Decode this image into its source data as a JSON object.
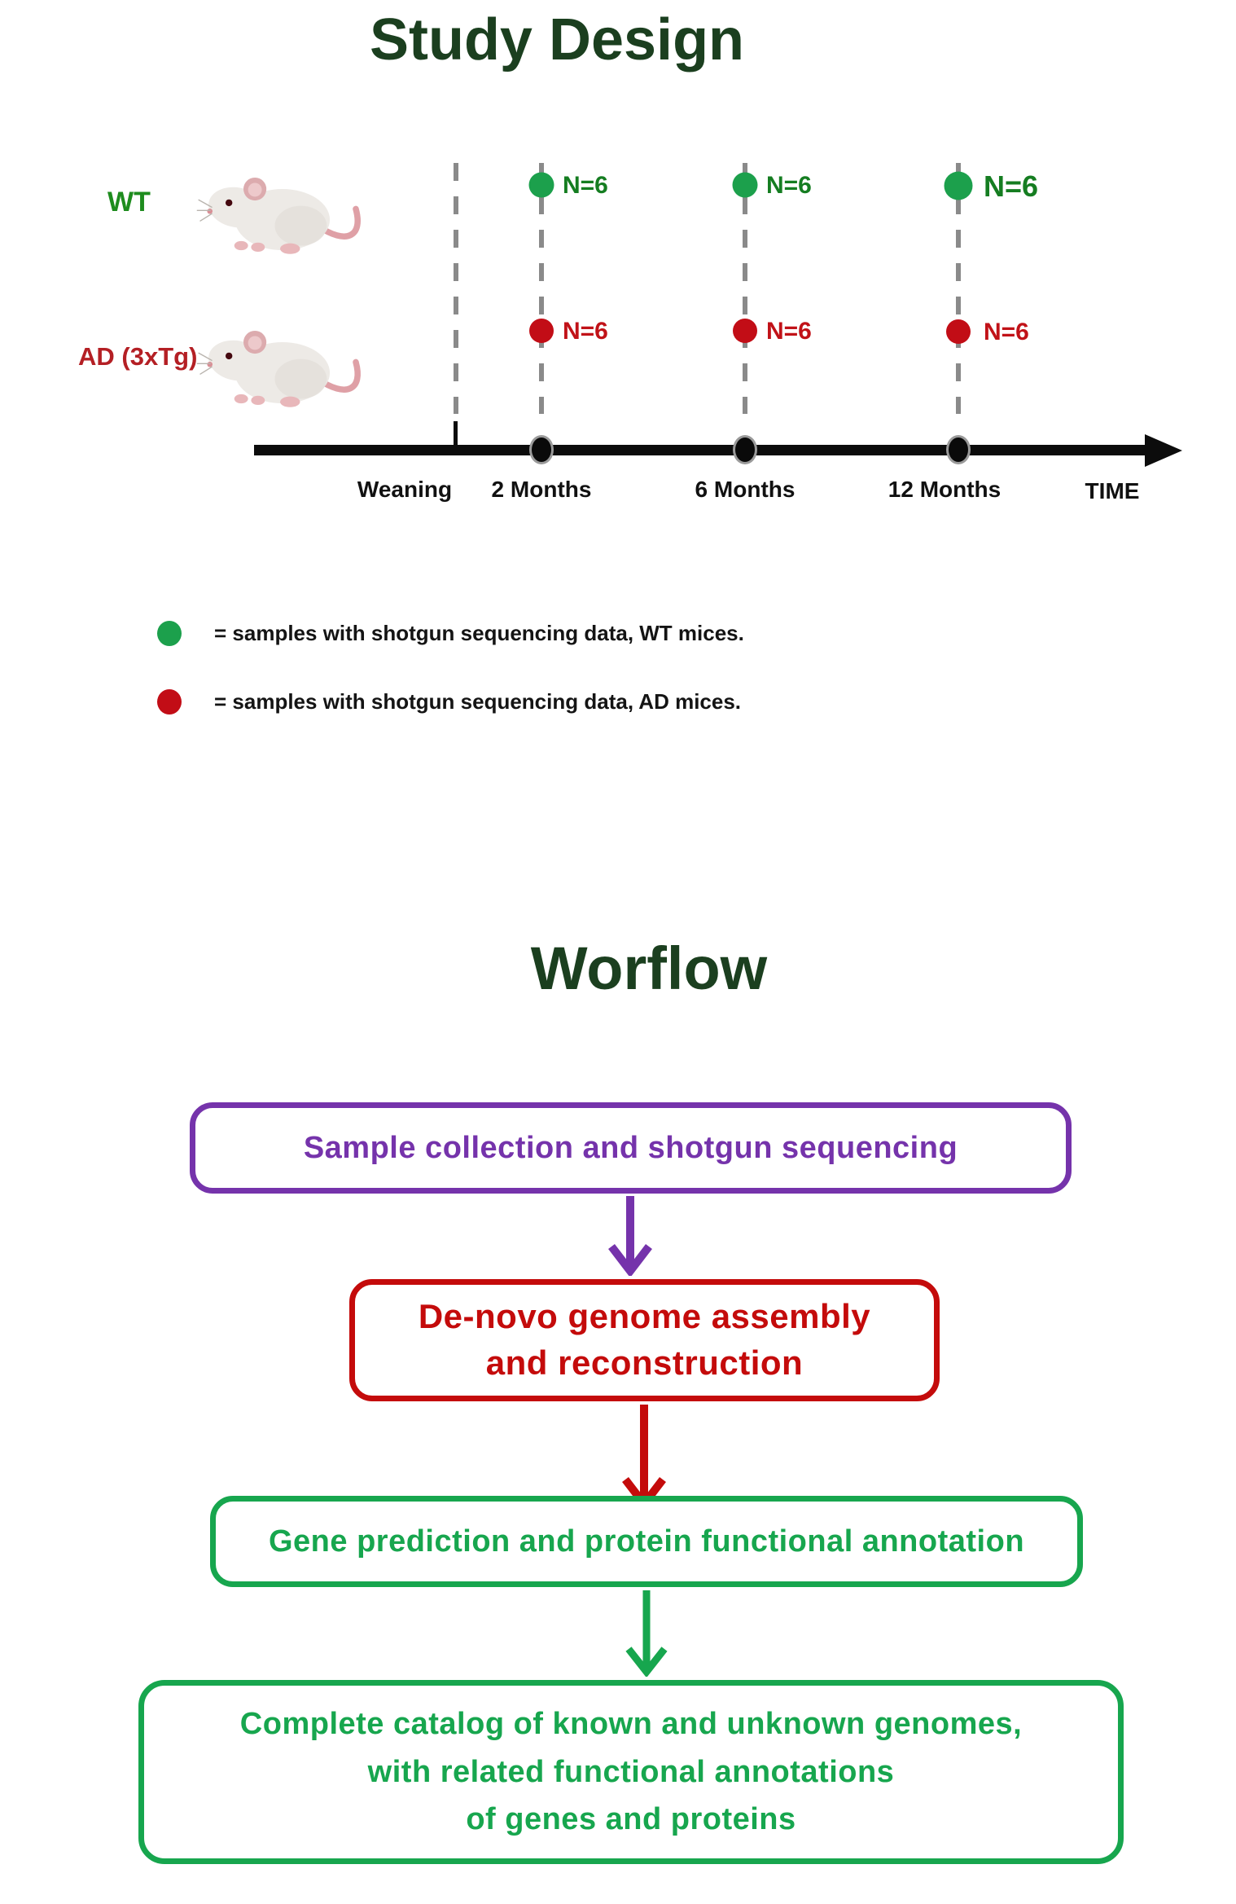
{
  "study_design": {
    "title": "Study Design",
    "rows": [
      {
        "label": "WT",
        "label_color": "#1e8c1e",
        "dot_color": "#1ca04c",
        "n_labels": [
          "N=6",
          "N=6",
          "N=6"
        ]
      },
      {
        "label": "AD (3xTg)",
        "label_color": "#b41f24",
        "dot_color": "#c20d16",
        "n_labels": [
          "N=6",
          "N=6",
          "N=6"
        ]
      }
    ],
    "timeline": {
      "tick_labels": [
        "Weaning",
        "2 Months",
        "6 Months",
        "12 Months"
      ],
      "axis_label": "TIME"
    },
    "legend": [
      {
        "dot_color": "#1ca04c",
        "text": "= samples with shotgun sequencing data, WT mices."
      },
      {
        "dot_color": "#c20d16",
        "text": "= samples with shotgun sequencing data, AD mices."
      }
    ]
  },
  "workflow": {
    "title": "Worflow",
    "steps": [
      {
        "text": "Sample collection and shotgun sequencing",
        "color": "#7533ab"
      },
      {
        "text": "De-novo genome assembly\nand reconstruction",
        "color": "#c40b0b"
      },
      {
        "text": "Gene prediction and protein functional annotation",
        "color": "#17a64e"
      },
      {
        "text": "Complete catalog of known and unknown genomes,\nwith related functional annotations\nof genes and proteins",
        "color": "#17a64e"
      }
    ]
  }
}
